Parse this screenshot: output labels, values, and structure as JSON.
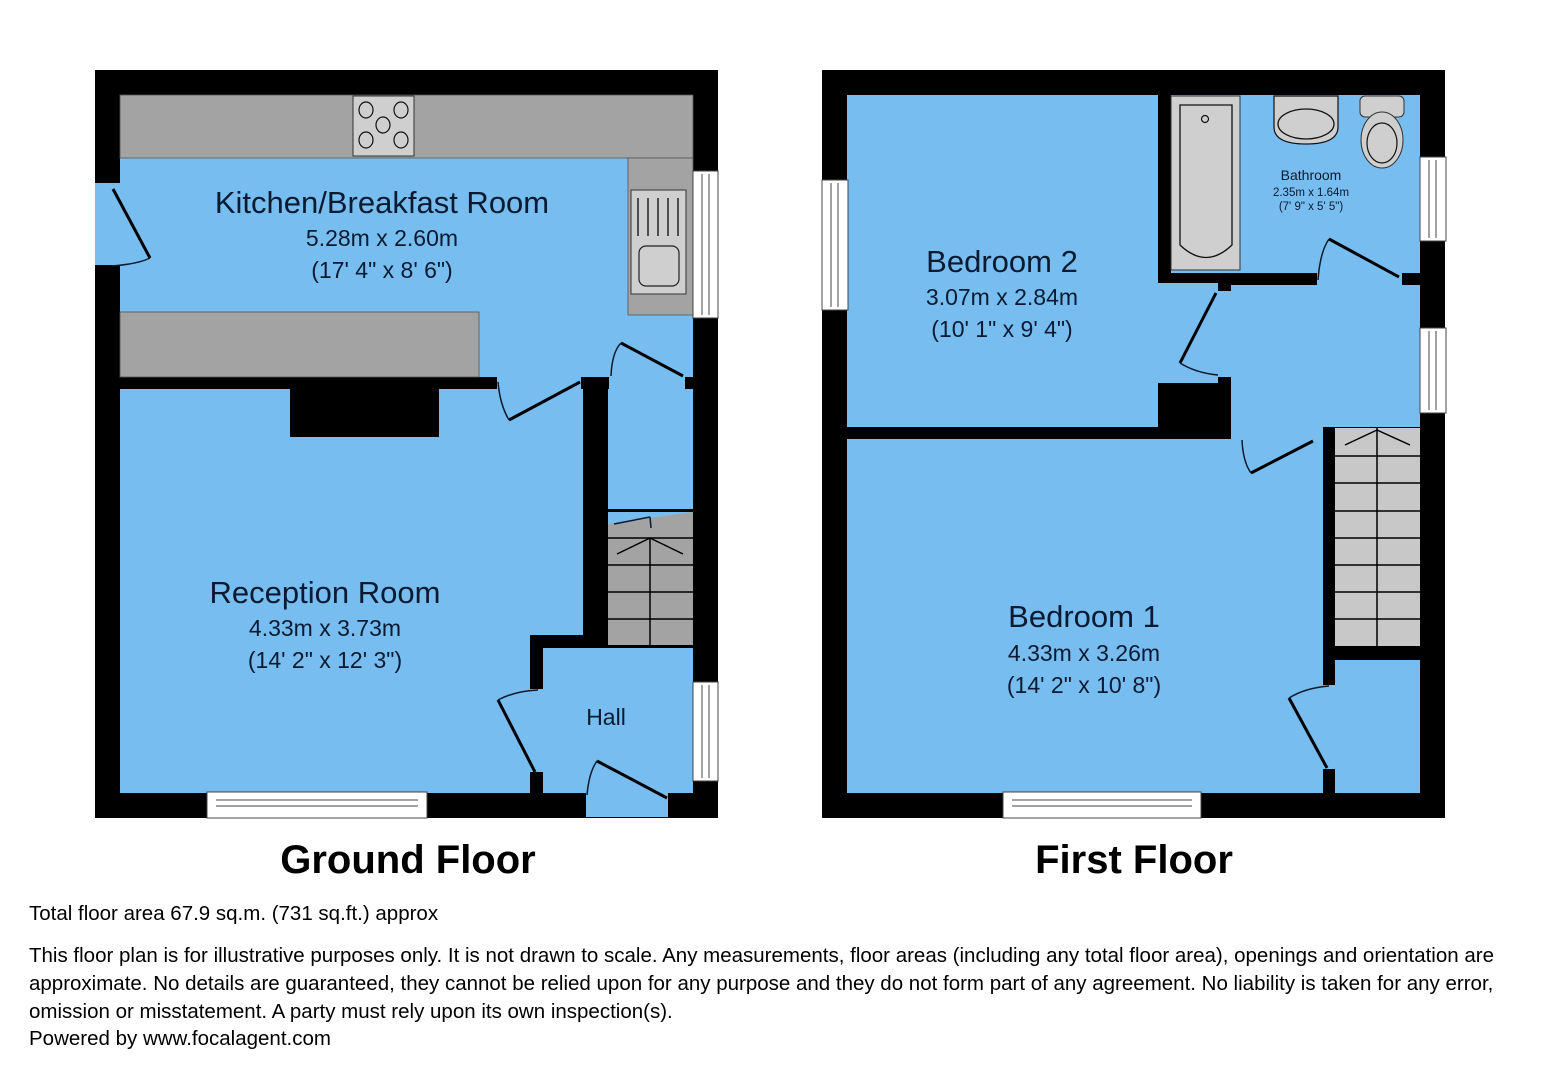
{
  "colors": {
    "room_fill": "#77bdf0",
    "wall": "#000000",
    "counter": "#a3a3a3",
    "fixture": "#c8c8c8",
    "window": "#ffffff",
    "text": "#0a1a30"
  },
  "ground_floor": {
    "title": "Ground Floor",
    "rooms": [
      {
        "name": "Kitchen/Breakfast Room",
        "metric": "5.28m x 2.60m",
        "imperial": "(17' 4\" x 8' 6\")"
      },
      {
        "name": "Reception Room",
        "metric": "4.33m x 3.73m",
        "imperial": "(14' 2\" x 12' 3\")"
      },
      {
        "name": "Hall"
      }
    ]
  },
  "first_floor": {
    "title": "First Floor",
    "rooms": [
      {
        "name": "Bedroom 2",
        "metric": "3.07m x 2.84m",
        "imperial": "(10' 1\" x 9' 4\")"
      },
      {
        "name": "Bathroom",
        "metric": "2.35m x 1.64m",
        "imperial": "(7' 9\" x 5' 5\")"
      },
      {
        "name": "Bedroom 1",
        "metric": "4.33m x 3.26m",
        "imperial": "(14' 2\" x 10' 8\")"
      }
    ]
  },
  "footer": {
    "total_area": "Total floor area 67.9 sq.m. (731 sq.ft.) approx",
    "disclaimer": "This floor plan is for illustrative purposes only. It is not drawn to scale. Any measurements, floor areas (including any total floor area), openings and orientation are approximate. No details are guaranteed, they cannot be relied upon for any purpose and they do not form part of any agreement. No liability is taken for any error, omission or misstatement. A party must rely upon its own inspection(s).",
    "powered_by": "Powered by www.focalagent.com"
  }
}
